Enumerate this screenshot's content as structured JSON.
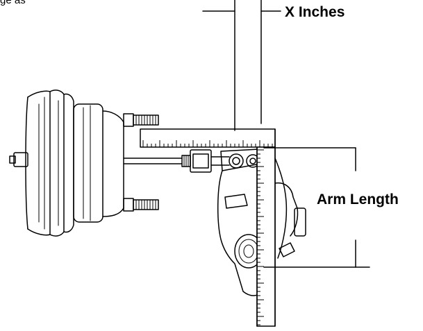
{
  "labels": {
    "top_fragment": "ge as",
    "x_inches": "X Inches",
    "arm_length": "Arm Length"
  },
  "colors": {
    "ink": "#000000",
    "paper": "#ffffff"
  }
}
